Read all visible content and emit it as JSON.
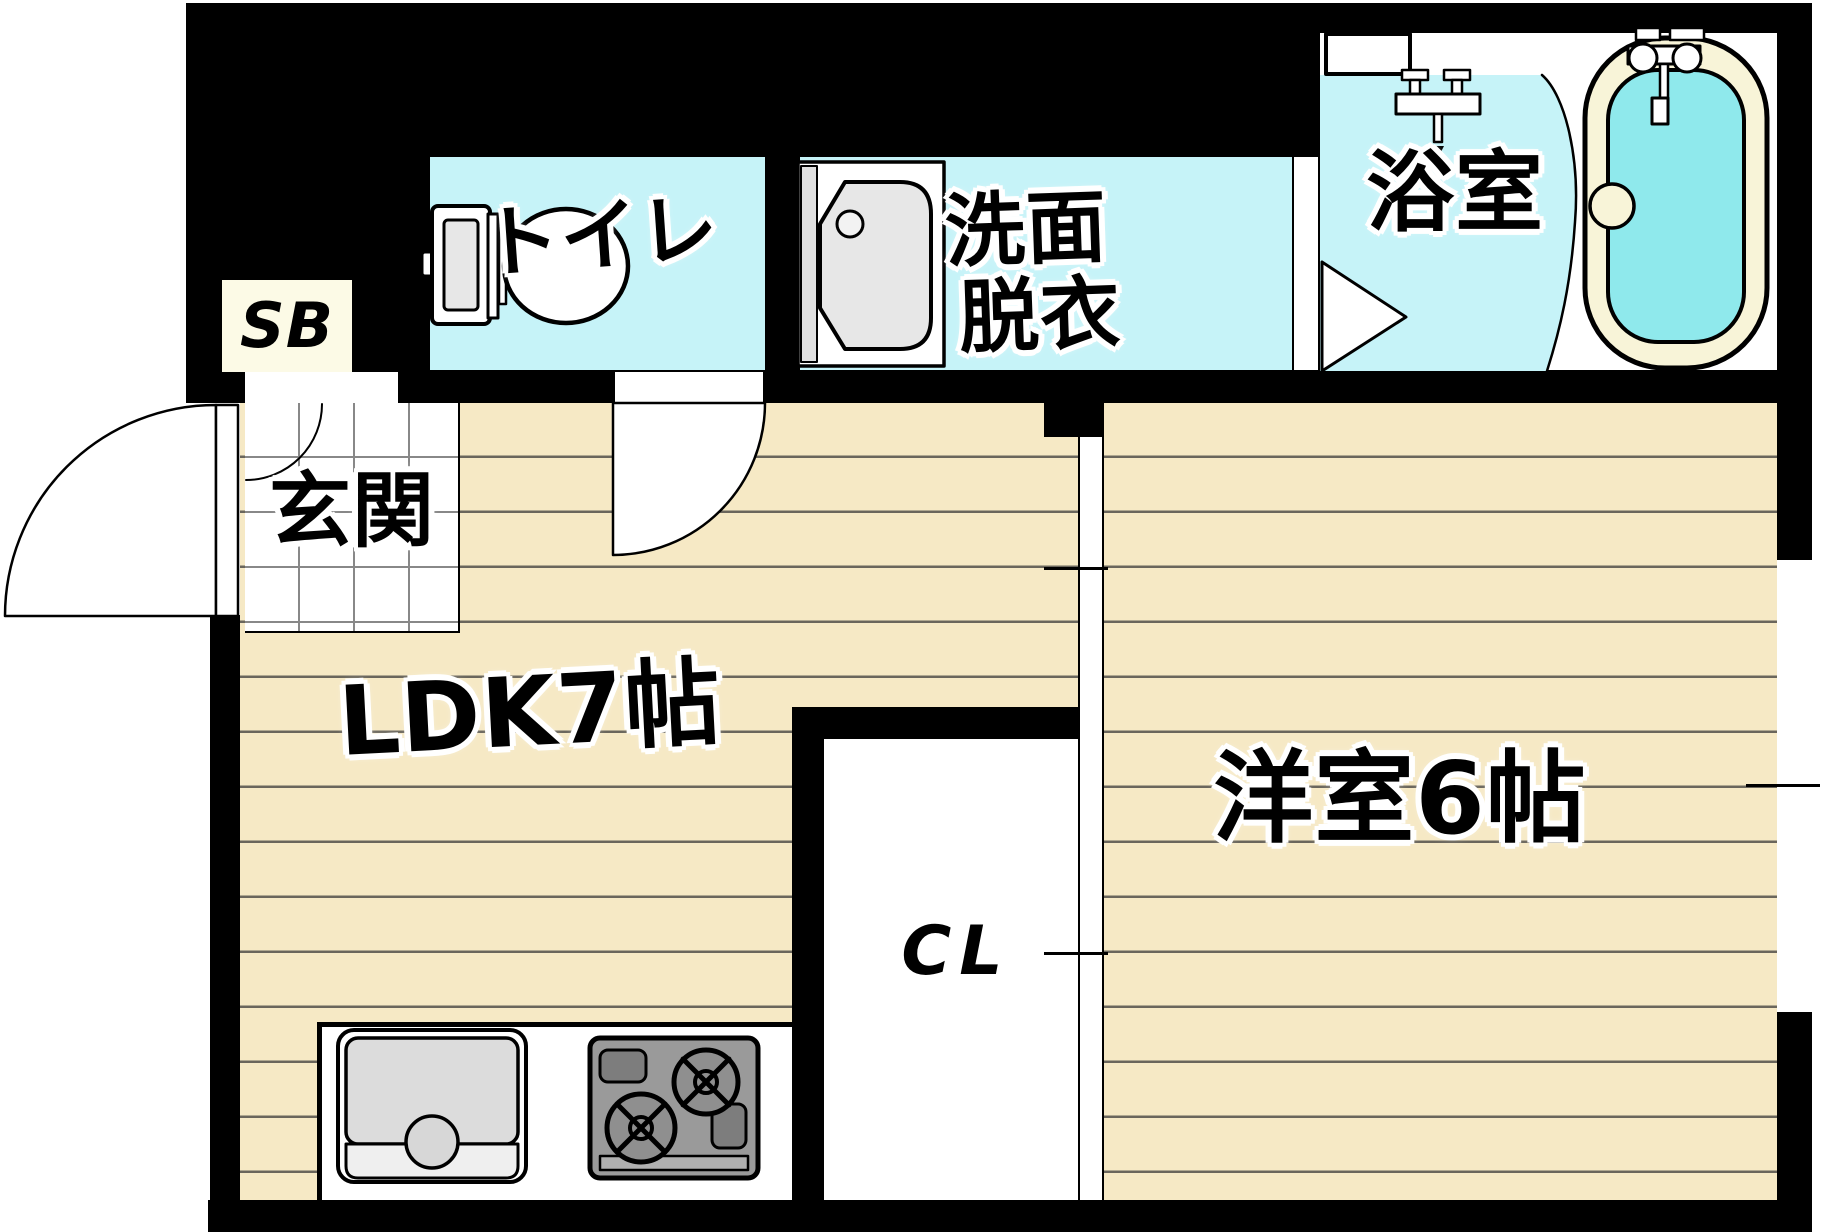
{
  "floorplan": {
    "labels": {
      "shoe_box": "SB",
      "toilet": "トイレ",
      "washroom_line1": "洗面",
      "washroom_line2": "脱衣",
      "bathroom": "浴室",
      "genkan": "玄関",
      "ldk": "LDK7帖",
      "closet": "CL",
      "western_room": "洋室6帖"
    },
    "colors": {
      "wall": "#000000",
      "room_cyan": "#C6F3F8",
      "floor_cream": "#F6E9C5",
      "floor_line": "#6A665C",
      "tile_line": "#888888",
      "tub_water": "#8FE9EC",
      "tub_rim": "#F8F4D8",
      "sb_bg": "#FCFAE6",
      "fixture_gray": "#E7E7E7",
      "stove_gray": "#9A9A9A"
    },
    "icons": {
      "entrance-door-arc-icon": "quarter-circle door swing",
      "shoebox-door-arc-icon": "small quarter-circle swing",
      "toilet-icon": "plan-view toilet tank and bowl",
      "washbasin-icon": "plan-view vanity basin",
      "shower-mixer-icon": "wall shower mixer with hose",
      "bathroom-window-icon": "small rectangular window",
      "bathtub-icon": "plan-view bathtub with rim and water",
      "bathtub-faucet-icon": "tub filler faucet",
      "bifold-door-icon": "triangle folding bath door",
      "sliding-door-icon": "white wall strip with tick marks",
      "kitchen-sink-icon": "counter sink with faucet",
      "gas-stove-icon": "two-burner gas stove",
      "side-window-icon": "window strip in right wall"
    }
  }
}
